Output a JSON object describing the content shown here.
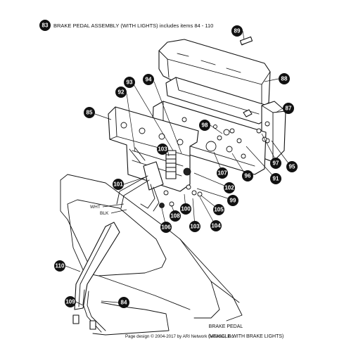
{
  "header": {
    "callout": "83",
    "title": "BRAKE PEDAL ASSEMBLY (WITH LIGHTS) includes items 84 - 110"
  },
  "wire_labels": {
    "white": "WHT",
    "black": "BLK"
  },
  "footer": {
    "copyright": "Page design © 2004-2017 by ARI Network Services, Inc.",
    "caption_line1": "BRAKE PEDAL",
    "caption_line2": "(VEHICLE WITH BRAKE LIGHTS)"
  },
  "callouts": [
    "89",
    "88",
    "87",
    "85",
    "93",
    "92",
    "94",
    "98",
    "97",
    "95",
    "96",
    "91",
    "103",
    "107",
    "102",
    "99",
    "101",
    "100",
    "105",
    "108",
    "106",
    "104",
    "110",
    "109",
    "84"
  ]
}
